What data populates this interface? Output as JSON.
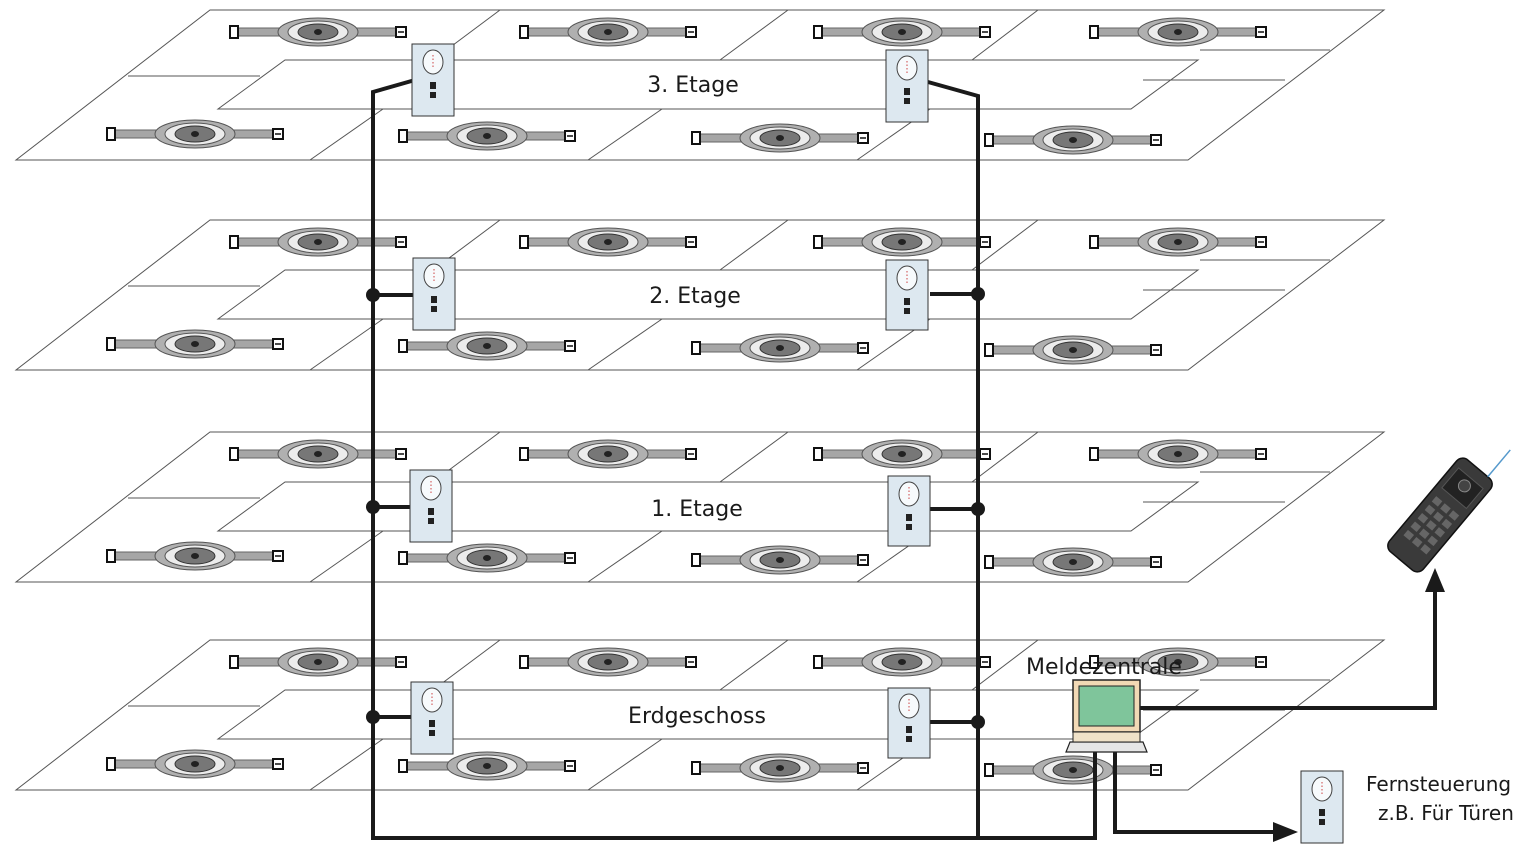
{
  "floors": [
    {
      "label": "3. Etage"
    },
    {
      "label": "2. Etage"
    },
    {
      "label": "1. Etage"
    },
    {
      "label": "Erdgeschoss"
    }
  ],
  "control_center": {
    "label": "Meldezentrale"
  },
  "remote_control": {
    "line1": "Fernsteuerung",
    "line2": "z.B. Für Türen"
  },
  "colors": {
    "line": "#1a1a1a",
    "panel": "#dde8f0",
    "sensor_band": "#a6a6a6",
    "monitor_screen": "#7fc59b",
    "monitor_body": "#f2d9b5",
    "phone": "#3a3a3a"
  },
  "icons": [
    "detector-icon",
    "panel-icon",
    "computer-icon",
    "mobile-phone-icon",
    "arrow-icon"
  ]
}
